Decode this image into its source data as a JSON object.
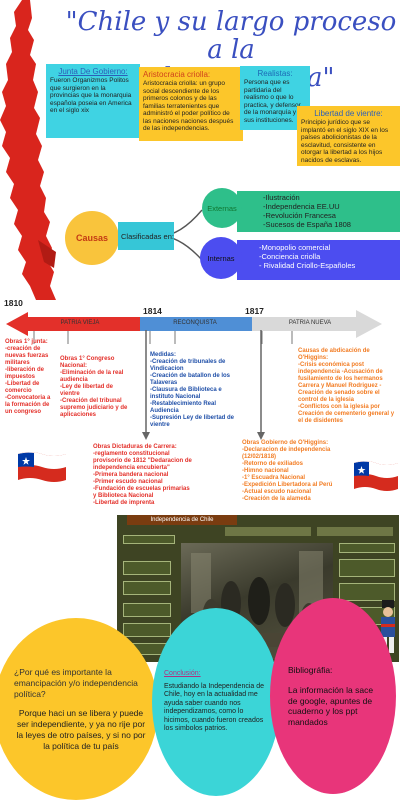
{
  "title": {
    "line1": "\"Chile y su largo proceso a la",
    "line2": "Independencia\""
  },
  "notes": {
    "junta": {
      "heading": "Junta De Gobierno:",
      "body": "Fueron Organizmos Politos que surgieron en la provincias que la monarquia española poseia en America en el siglo xix"
    },
    "aristocracia": {
      "heading": "Aristocracia criolla:",
      "body": "Aristocracia criolla: un grupo social descendiente de los primeros colonos y de las familias terratenientes que administró el poder político de las naciones naciones después de las independencias."
    },
    "realistas": {
      "heading": "Realistas:",
      "body": "Persona que es partidaria del realismo o que lo practica, y defensor de la monarquía y sus instituciones."
    },
    "libertad": {
      "heading": "Libertad de vientre:",
      "body": "Principio jurídico que se implantó en el siglo XIX en los países abolicionistas de la esclavitud, consistente en otorgar la libertad a los hijos nacidos de esclavas."
    }
  },
  "causes": {
    "center": "Causas",
    "classified": "Clasificadas en:",
    "external": {
      "label": "Externas",
      "items": [
        "-Ilustración",
        "-Independencia EE.UU",
        "-Revolución Francesa",
        "-Sucesos de España 1808"
      ]
    },
    "internal": {
      "label": "Internas",
      "items": [
        "-Monopolio comercial",
        "-Conciencia criolla",
        "- Rivalidad Criollo-Españoles"
      ]
    }
  },
  "timeline": {
    "years": [
      "1810",
      "1814",
      "1817"
    ],
    "periods": [
      "PATRIA VIEJA",
      "RECONQUISTA",
      "PATRIA NUEVA"
    ]
  },
  "columns": {
    "junta1": [
      "Obras 1° junta:",
      "-creación de",
      "nuevas fuerzas",
      "militares",
      "-liberación de",
      "impuestos",
      "-Libertad de",
      "comercio",
      "-Convocatoria a",
      "la formación de",
      "un congreso"
    ],
    "congreso": [
      "Obras 1° Congreso",
      "Nacional:",
      "  -Eliminación de la real",
      "audiencia",
      "  -Ley de libertad de",
      "vientre",
      "  -Creación del tribunal",
      "supremo judiciario y de",
      "aplicaciones"
    ],
    "medidas": [
      "Medidas:",
      "-Creación de tribunales de",
      "Vindicacion",
      "-Creación de batallon de los",
      "Talaveras",
      "-Clausura de Biblioteca e",
      "instituto Nacional",
      "-Restablecimiento Real",
      "Audiencia",
      "-Supresión Ley de libertad de",
      "vientre"
    ],
    "abdicacion": [
      "Causas de abdicación de",
      "O'Higgins:",
      "  -Crisis económica post",
      "independencia -Acusación de",
      "fusilamiento de los hermanos",
      "Carrera y Manuel Rodriguez -",
      "Creación de senado sobre el",
      "control de la iglesia",
      "  -Conflictos con la iglesia por",
      "Creación de cementerio general y",
      "el de disidentes"
    ],
    "carrera": [
      "Obras Dictaduras de Carrera:",
      "  -reglamento constitucional",
      "provisorio de 1812 \"Dedaracion de",
      "independencia encubierta\"",
      "  -Primera bandera nacional",
      "  -Primer escudo nacional",
      "  -Fundación de escuelas primarias",
      "y Biblioteca Nacional",
      "  -Libertad de imprenta"
    ],
    "ohiggins": [
      "Obras Gobierno de O'Higgins:",
      "  -Declaracion de independencia",
      "(12/02/1818)",
      "  -Retorno de exiliados",
      "  -Himno nacional",
      "  -1° Escuadra Nacional",
      "  -Expedición Libertadora al Perú",
      "  -Actual escudo nacional",
      "  -Creación de la alameda"
    ]
  },
  "picture": {
    "title": "Independencia de Chile"
  },
  "bottom": {
    "question": "¿Por qué es importante la emancipación y/o independencia política?",
    "answer": "Porque haci un se libera y puede ser independiente, y ya no rije por la leyes de otro países, y si no por la política de tu país",
    "conclusion_heading": "Conclusión:",
    "conclusion_body": "Estudiando la Independencia de Chile, hoy en la actualidad me ayuda saber cuando nos independizamos, como lo hicimos, cuando fueron creados los simbolos patrios.",
    "bib_heading": "Bibliográfia:",
    "bib_body": "La información la sace de google, apuntes de cuaderno y los ppt mandados"
  },
  "colors": {
    "timeline_red": "#e3302a",
    "timeline_blue": "#4f8fd6",
    "timeline_gray": "#d9d9d9",
    "flag_red": "#d52b1e",
    "flag_blue": "#0039a6"
  }
}
